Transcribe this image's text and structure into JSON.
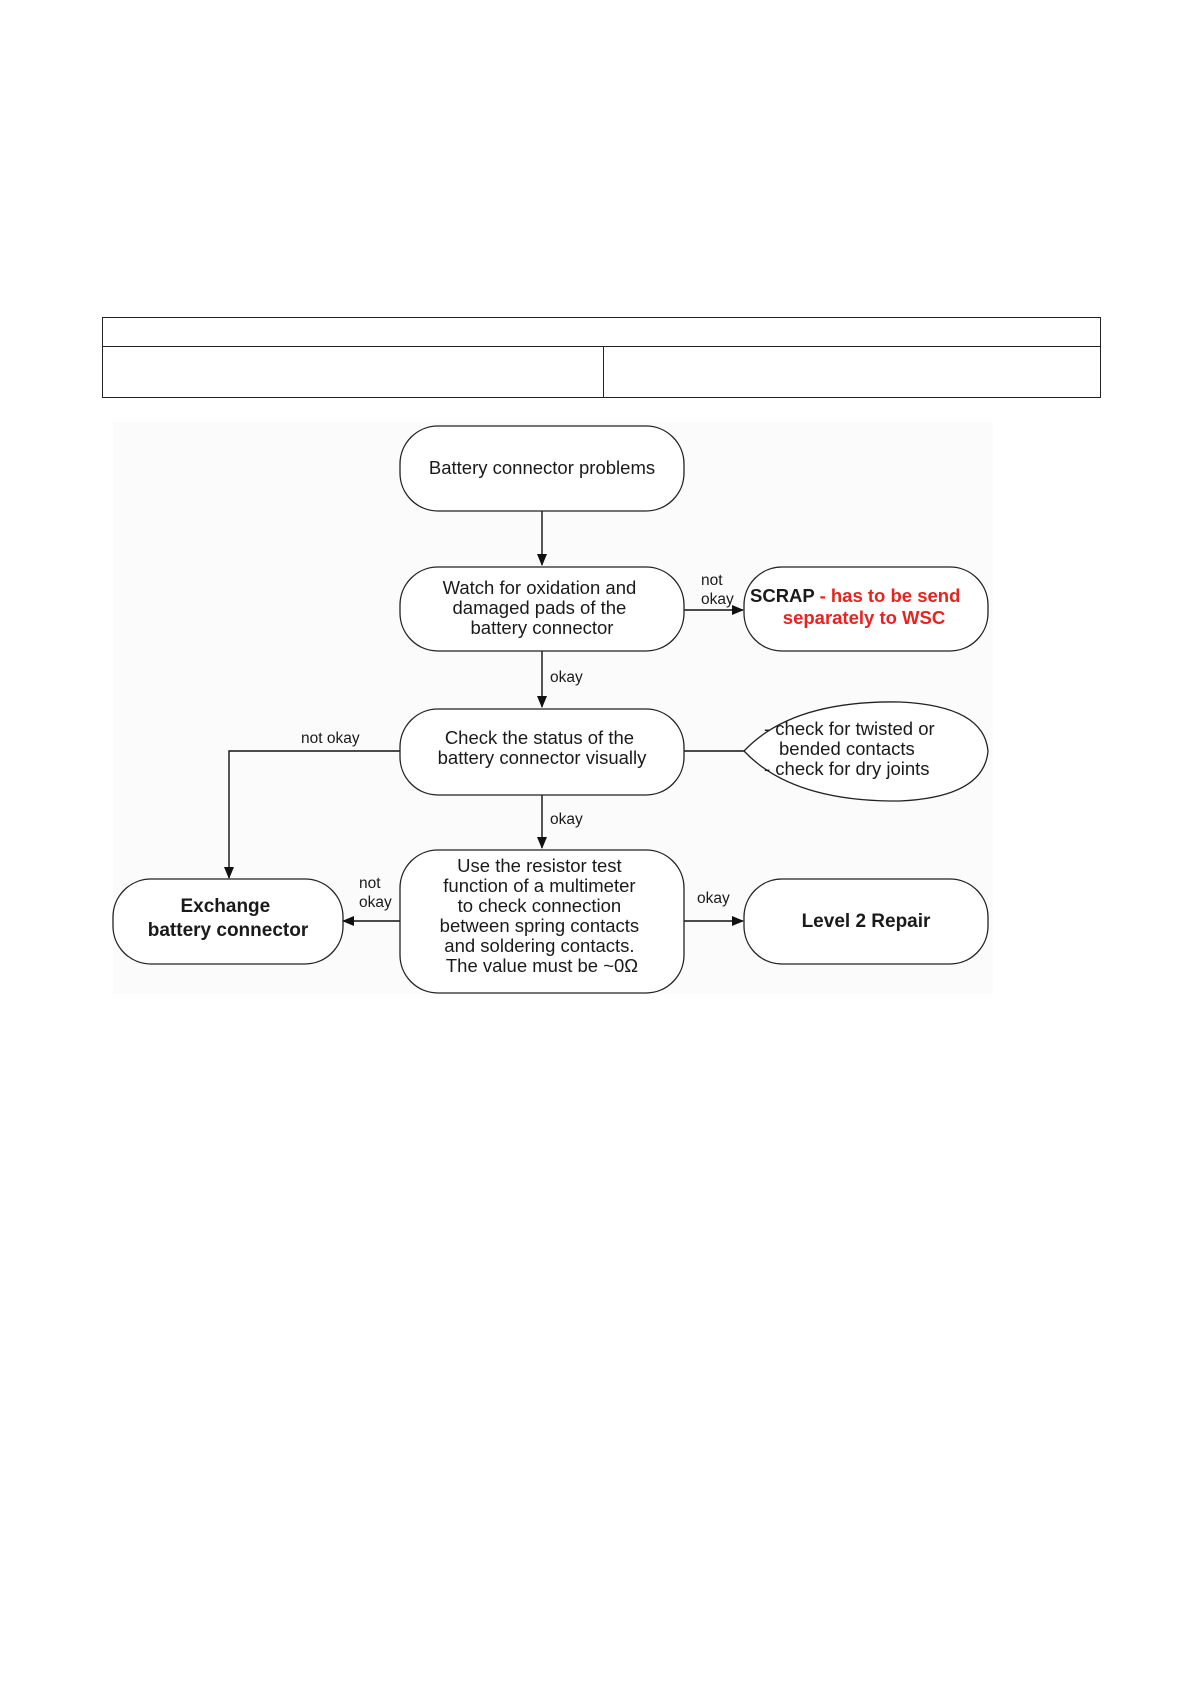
{
  "table": {
    "header": "",
    "left": "",
    "right": ""
  },
  "nodes": {
    "start": [
      "Battery connector problems"
    ],
    "watch": [
      "Watch for oxidation and",
      "damaged pads of the",
      "battery connector"
    ],
    "scrap": {
      "lead": "SCRAP",
      "red_line1": " - has to be send",
      "red_line2": "separately to WSC"
    },
    "check": [
      "Check the status of the",
      "battery connector visually"
    ],
    "note": [
      "- check for twisted or",
      "bended contacts",
      "- check for dry joints"
    ],
    "resistor": [
      "Use the resistor test",
      "function of a multimeter",
      "to check connection",
      "between spring contacts",
      "and soldering contacts.",
      "The value must be ~0Ω"
    ],
    "exchange": [
      "Exchange",
      "battery connector"
    ],
    "level2": [
      "Level 2 Repair"
    ]
  },
  "edges": {
    "watch_scrap": [
      "not",
      "okay"
    ],
    "watch_check": "okay",
    "check_exchange": "not okay",
    "check_resistor": "okay",
    "resistor_exchange": [
      "not",
      "okay"
    ],
    "resistor_level2": "okay"
  }
}
